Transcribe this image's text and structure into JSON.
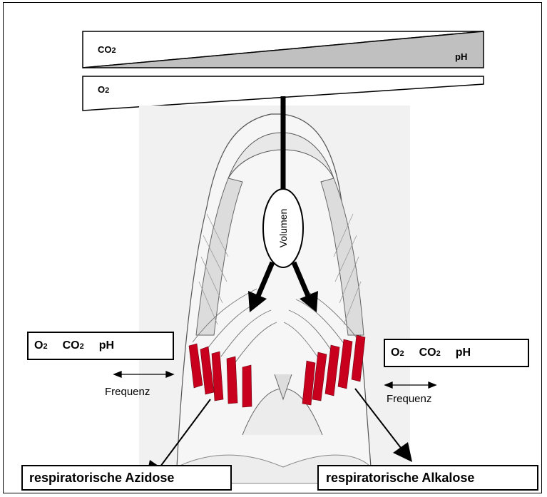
{
  "gradient": {
    "co2_label": "CO",
    "co2_sub": "2",
    "ph_label": "pH",
    "o2_label": "O",
    "o2_sub": "2"
  },
  "center": {
    "volume_label": "Volumen"
  },
  "left_panel": {
    "o2": "O",
    "o2_sub": "2",
    "co2": "CO",
    "co2_sub": "2",
    "ph": "pH",
    "frequency_label": "Frequenz",
    "result_label": "respiratorische Azidose"
  },
  "right_panel": {
    "o2": "O",
    "o2_sub": "2",
    "co2": "CO",
    "co2_sub": "2",
    "ph": "pH",
    "frequency_label": "Frequenz",
    "result_label": "respiratorische Alkalose"
  },
  "colors": {
    "gill_filament": "#c8001e",
    "ph_wedge": "#c0c0c0",
    "outline": "#000000"
  }
}
